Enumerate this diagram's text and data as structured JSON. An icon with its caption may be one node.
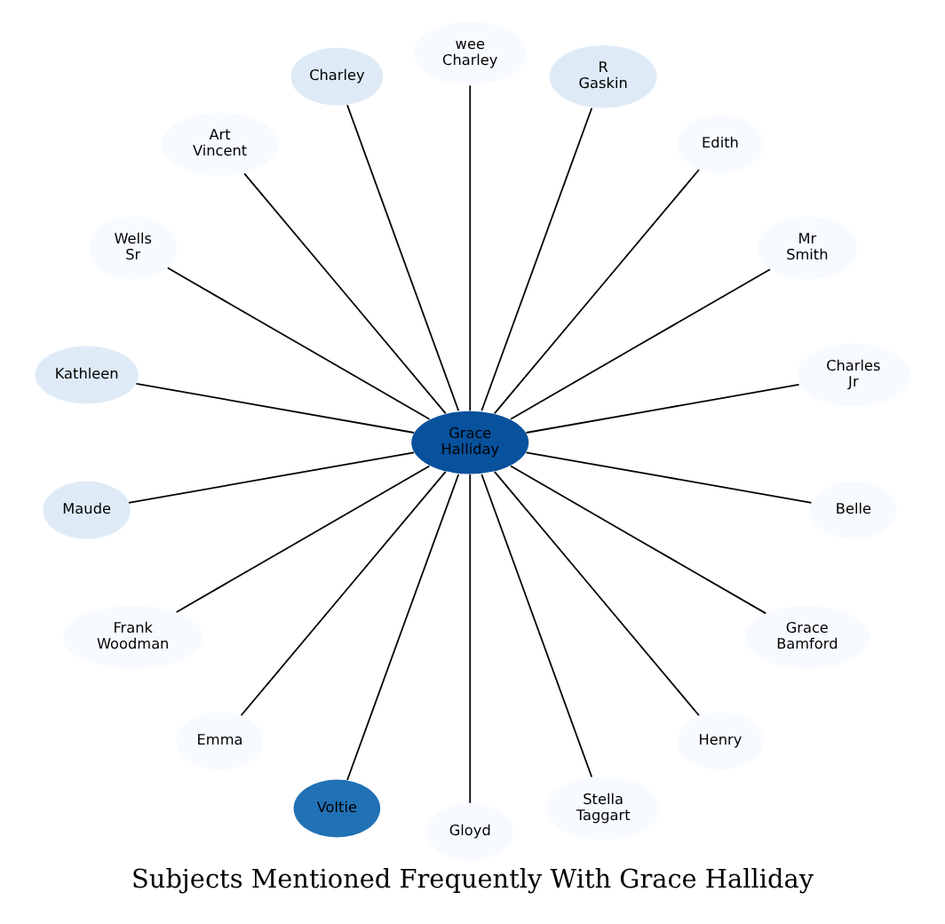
{
  "diagram": {
    "title": "Subjects Mentioned Frequently With Grace Halliday",
    "nodes": [
      {
        "text": [
          "Charles Jr"
        ]
      },
      {
        "text": [
          "Mr Smith"
        ]
      },
      {
        "text": [
          "Edith"
        ]
      },
      {
        "text": [
          "R Gaskin"
        ]
      },
      {
        "text": [
          "wee Charley"
        ]
      },
      {
        "text": [
          "Charley"
        ]
      },
      {
        "text": [
          "Art Vincent"
        ]
      },
      {
        "text": [
          "Wells Sr"
        ]
      },
      {
        "text": [
          "Grace Halliday"
        ]
      },
      {
        "text": [
          "Kathleen"
        ]
      },
      {
        "text": [
          "Maude"
        ]
      },
      {
        "text": [
          "Frank Woodman"
        ]
      },
      {
        "text": [
          "Emma"
        ]
      },
      {
        "text": [
          "Voltie"
        ]
      },
      {
        "text": [
          "Gloyd"
        ]
      },
      {
        "text": [
          "Stella Taggart"
        ]
      },
      {
        "text": [
          "Henry"
        ]
      },
      {
        "text": [
          "Grace Bamford"
        ]
      },
      {
        "text": [
          "Belle"
        ]
      }
    ],
    "edges": [
      {
        "from": 8,
        "to": 0,
        "arrow": "none"
      },
      {
        "from": 8,
        "to": 1,
        "arrow": "none"
      },
      {
        "from": 8,
        "to": 2,
        "arrow": "none"
      },
      {
        "from": 8,
        "to": 3,
        "arrow": "none"
      },
      {
        "from": 8,
        "to": 4,
        "arrow": "none"
      },
      {
        "from": 8,
        "to": 5,
        "arrow": "none"
      },
      {
        "from": 8,
        "to": 6,
        "arrow": "none"
      },
      {
        "from": 8,
        "to": 7,
        "arrow": "none"
      },
      {
        "from": 8,
        "to": 9,
        "arrow": "none"
      },
      {
        "from": 8,
        "to": 10,
        "arrow": "none"
      },
      {
        "from": 8,
        "to": 11,
        "arrow": "none"
      },
      {
        "from": 8,
        "to": 12,
        "arrow": "none"
      },
      {
        "from": 8,
        "to": 13,
        "arrow": "none"
      },
      {
        "from": 8,
        "to": 14,
        "arrow": "none"
      },
      {
        "from": 8,
        "to": 15,
        "arrow": "none"
      },
      {
        "from": 8,
        "to": 16,
        "arrow": "none"
      },
      {
        "from": 8,
        "to": 17,
        "arrow": "none"
      },
      {
        "from": 8,
        "to": 18,
        "arrow": "none"
      }
    ]
  }
}
